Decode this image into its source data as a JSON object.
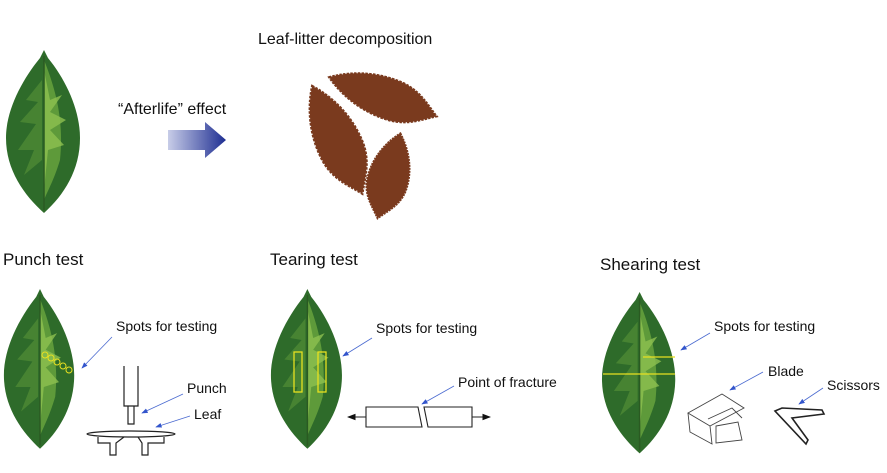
{
  "top": {
    "title": "Leaf-litter decomposition",
    "arrow_label": "“Afterlife” effect"
  },
  "tests": {
    "punch": {
      "title": "Punch test",
      "spots": "Spots for testing",
      "punch": "Punch",
      "leaf": "Leaf"
    },
    "tearing": {
      "title": "Tearing test",
      "spots": "Spots for testing",
      "fracture": "Point of fracture"
    },
    "shearing": {
      "title": "Shearing test",
      "spots": "Spots for testing",
      "blade": "Blade",
      "scissors": "Scissors"
    }
  },
  "colors": {
    "leaf_dark": "#2e6b2a",
    "leaf_light": "#7fb24a",
    "litter": "#7a3a1e",
    "arrow": "#2a3a9a",
    "marker": "#e8e020",
    "pointer": "#4a6ad0"
  }
}
